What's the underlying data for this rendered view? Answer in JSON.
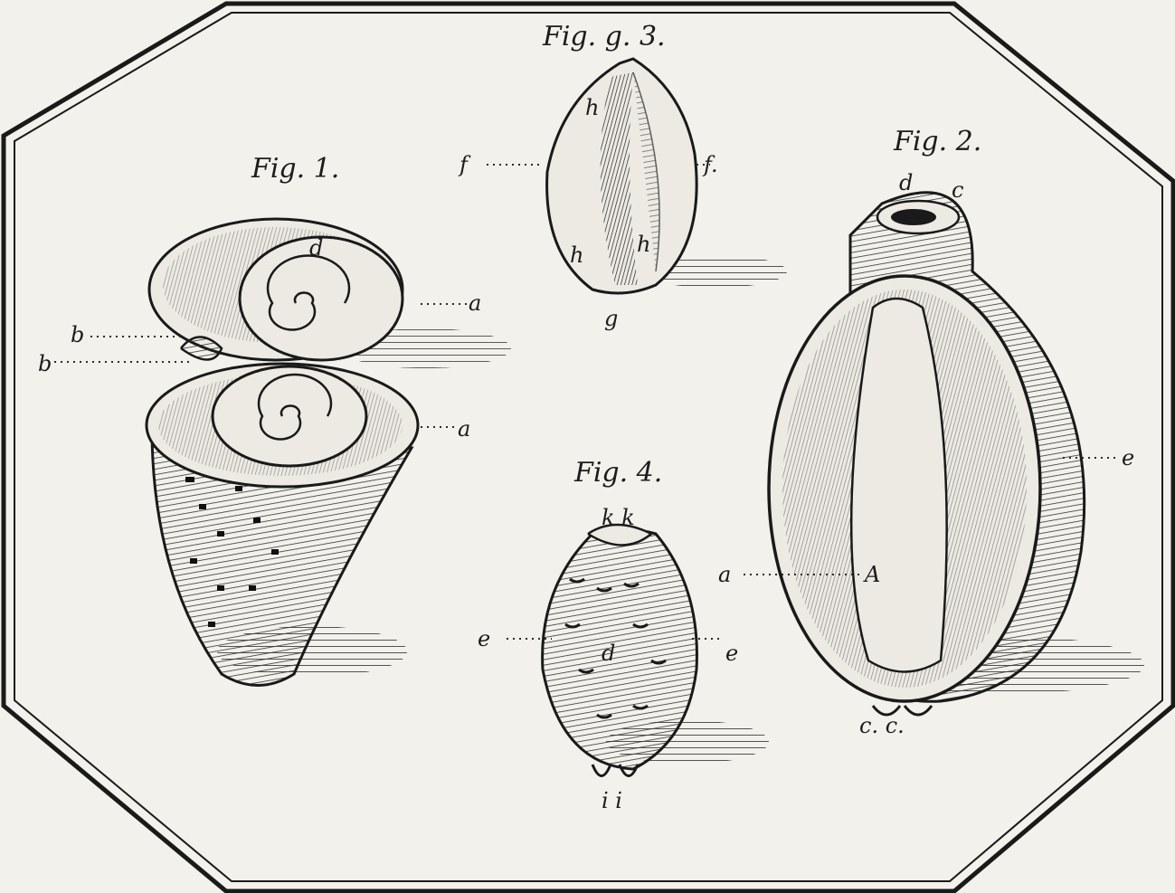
{
  "figures": {
    "fig1": {
      "title": "Fig. 1.",
      "labels": {
        "a_upper": "a",
        "a_lower": "a",
        "b_upper": "b",
        "b_lower": "b",
        "d": "d"
      }
    },
    "fig2": {
      "title": "Fig. 2.",
      "labels": {
        "d": "d",
        "c_top": "c",
        "a": "a",
        "A": "A",
        "e": "e",
        "c_bottom": "c. c."
      }
    },
    "fig3": {
      "title": "Fig. g. 3.",
      "labels": {
        "f_left": "f",
        "f_right": "f.",
        "g_bottom": "g",
        "h_top": "h",
        "h_bl": "h",
        "h_br": "h"
      }
    },
    "fig4": {
      "title": "Fig. 4.",
      "labels": {
        "k": "k  k",
        "e_left": "e",
        "e_right": "e",
        "d": "d",
        "i": "i  i"
      }
    }
  },
  "colors": {
    "paper": "#f2f1ec",
    "ink": "#1a1a1a"
  }
}
